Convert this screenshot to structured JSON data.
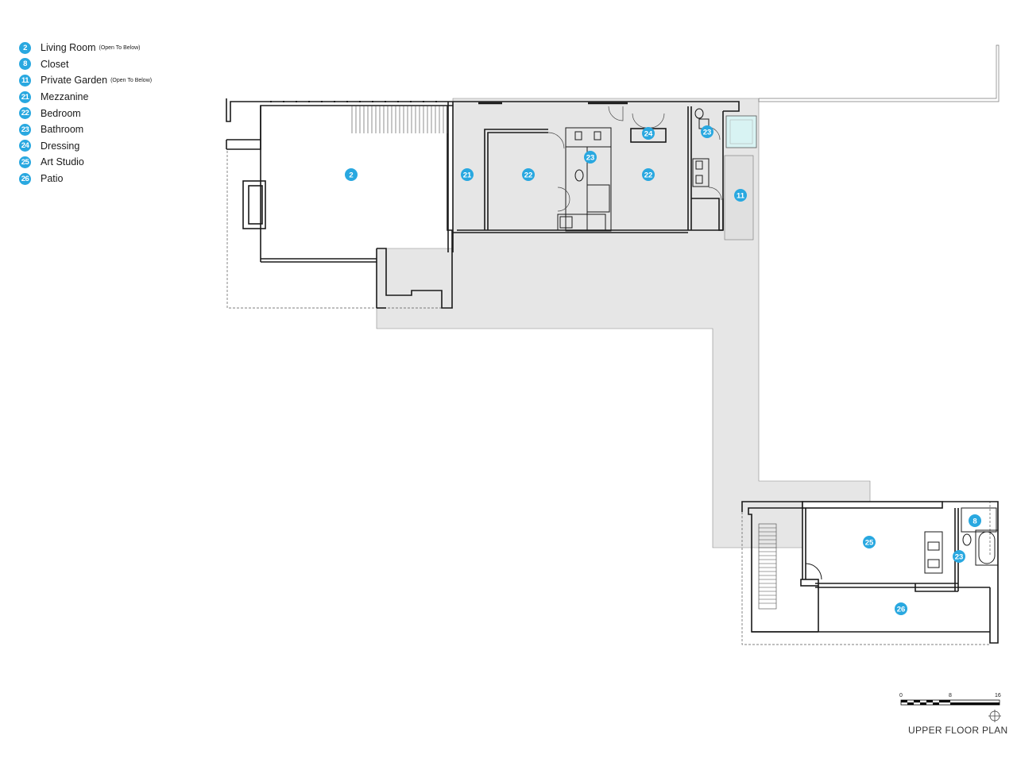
{
  "legend": [
    {
      "num": "2",
      "name": "Living Room",
      "note": "(Open To Below)"
    },
    {
      "num": "8",
      "name": "Closet",
      "note": ""
    },
    {
      "num": "11",
      "name": "Private Garden",
      "note": "(Open To Below)"
    },
    {
      "num": "21",
      "name": "Mezzanine",
      "note": ""
    },
    {
      "num": "22",
      "name": "Bedroom",
      "note": ""
    },
    {
      "num": "23",
      "name": "Bathroom",
      "note": ""
    },
    {
      "num": "24",
      "name": "Dressing",
      "note": ""
    },
    {
      "num": "25",
      "name": "Art Studio",
      "note": ""
    },
    {
      "num": "26",
      "name": "Patio",
      "note": ""
    }
  ],
  "room_tags": [
    "2",
    "21",
    "22",
    "23",
    "24",
    "22",
    "23",
    "11",
    "8",
    "25",
    "23",
    "26"
  ],
  "scale": {
    "ticks": [
      "0",
      "8",
      "16"
    ]
  },
  "title": "UPPER FLOOR PLAN",
  "colors": {
    "tag": "#29a8e0",
    "wall": "#1a1a1a",
    "terrace": "#e6e6e6",
    "pool": "#d8f3f3"
  }
}
